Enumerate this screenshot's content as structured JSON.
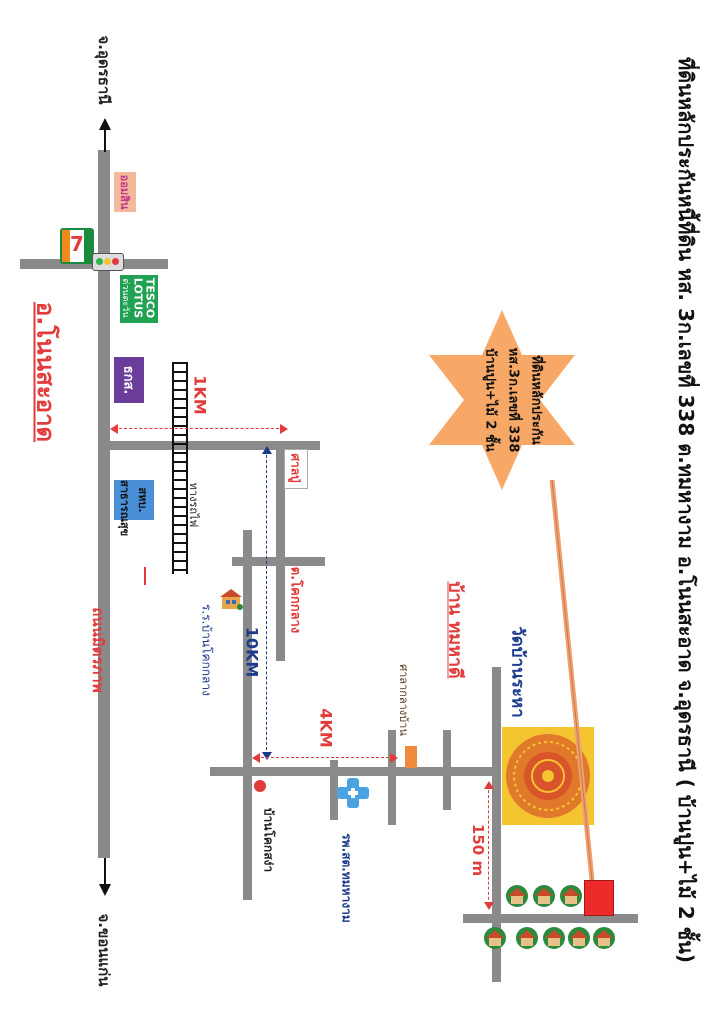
{
  "title": "ที่ดินหลักประกันหนี้ที่ดิน หส. 3ก.เลขที่ 338 ต.ทมหางาม อ.โนนสะอาด จ.อุดรธานี ( บ้านปูน+ไม้ 2 ชั้น)",
  "star": {
    "line1": "ที่ดินหลักประกัน",
    "line2": "หส.3ก.เลขที่ 338",
    "line3": "บ้านปูน+ไม้ 2 ชั้น",
    "color": "#f7a867"
  },
  "directions": {
    "north": "จ.อุดรธานี",
    "south": "จ.ขอนแก่น"
  },
  "labels": {
    "district": "อ.โนนสะอาด",
    "highway": "ถนนมิตรภาพ",
    "village": "บ้าน ทมหาดี",
    "temple": "วัดบ้านระหา",
    "railway": "ทางรถไฟ",
    "shrine": "ศาลปู่",
    "tambon": "ต.โคกกลาง",
    "school": "ร.ร.บ้านโคกกลาง",
    "hospital": "รพ.สต.ทมหางาม",
    "market": "ศาลากลางบ้าน",
    "village2": "บ้านโคกสง่า",
    "bank1": "ธกส.",
    "bank2": "สหบ. สาธารณสุข",
    "shop": "ออมสิน",
    "tesco_line1": "TESCO",
    "tesco_line2": "LOTUS",
    "tesco_line3": "ด่วนตะวัน",
    "seven": "7"
  },
  "distances": {
    "d1": "1KM",
    "d2": "10KM",
    "d3": "4KM",
    "d4": "150 m"
  },
  "colors": {
    "road": "#8a8a8a",
    "red_label": "#e23b3b",
    "blue_label": "#1d3b8c",
    "star": "#f7a867",
    "target": "#ee2b2b",
    "temple_bg": "#f4c431",
    "tesco": "#21a152",
    "bank_purple": "#6a3d9a",
    "bank_blue": "#4a90d9",
    "shop_bg": "#f4b89a"
  },
  "icons": {
    "traffic_light": "traffic-light-icon",
    "house": "house-icon",
    "hospital": "hospital-cross-icon",
    "pin": "location-pin-icon"
  }
}
